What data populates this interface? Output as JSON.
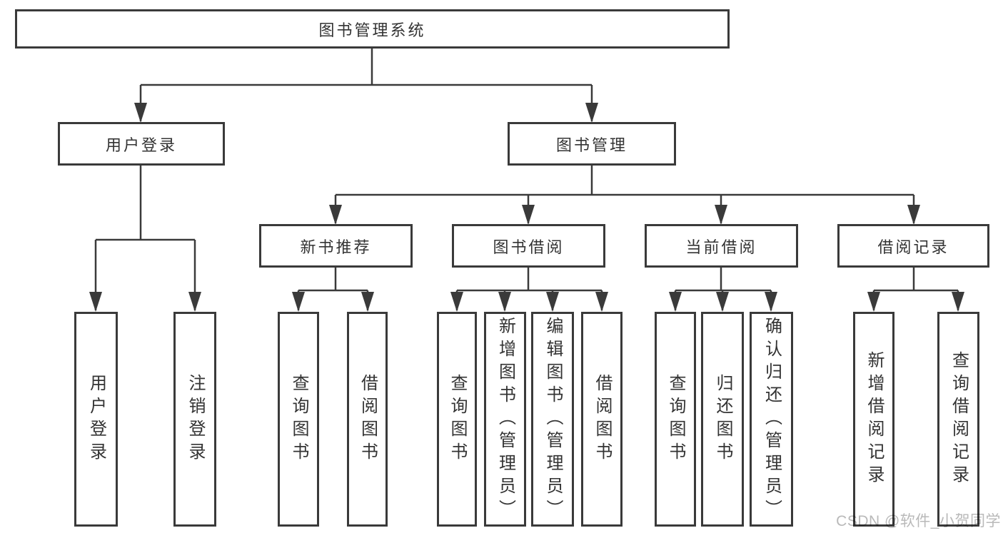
{
  "colors": {
    "line": "#3a3a3a",
    "text": "#333333",
    "background": "#ffffff",
    "watermark_gray": "#b9b9b9"
  },
  "diagram": {
    "root": {
      "label": "图书管理系统"
    },
    "level2": [
      {
        "label": "用户登录",
        "parent": "图书管理系统"
      },
      {
        "label": "图书管理",
        "parent": "图书管理系统"
      }
    ],
    "level3": [
      {
        "label": "新书推荐",
        "parent": "图书管理"
      },
      {
        "label": "图书借阅",
        "parent": "图书管理"
      },
      {
        "label": "当前借阅",
        "parent": "图书管理"
      },
      {
        "label": "借阅记录",
        "parent": "图书管理"
      }
    ],
    "leaves": [
      {
        "label": "用户登录",
        "parent": "用户登录"
      },
      {
        "label": "注销登录",
        "parent": "用户登录"
      },
      {
        "label": "查询图书",
        "parent": "新书推荐"
      },
      {
        "label": "借阅图书",
        "parent": "新书推荐"
      },
      {
        "label": "查询图书",
        "parent": "图书借阅"
      },
      {
        "label": "新增图书（管理员）",
        "parent": "图书借阅"
      },
      {
        "label": "编辑图书（管理员）",
        "parent": "图书借阅"
      },
      {
        "label": "借阅图书",
        "parent": "图书借阅"
      },
      {
        "label": "查询图书",
        "parent": "当前借阅"
      },
      {
        "label": "归还图书",
        "parent": "当前借阅"
      },
      {
        "label": "确认归还（管理员）",
        "parent": "当前借阅"
      },
      {
        "label": "新增借阅记录",
        "parent": "借阅记录"
      },
      {
        "label": "查询借阅记录",
        "parent": "借阅记录"
      }
    ]
  },
  "watermark": "CSDN @软件_小贺同学"
}
